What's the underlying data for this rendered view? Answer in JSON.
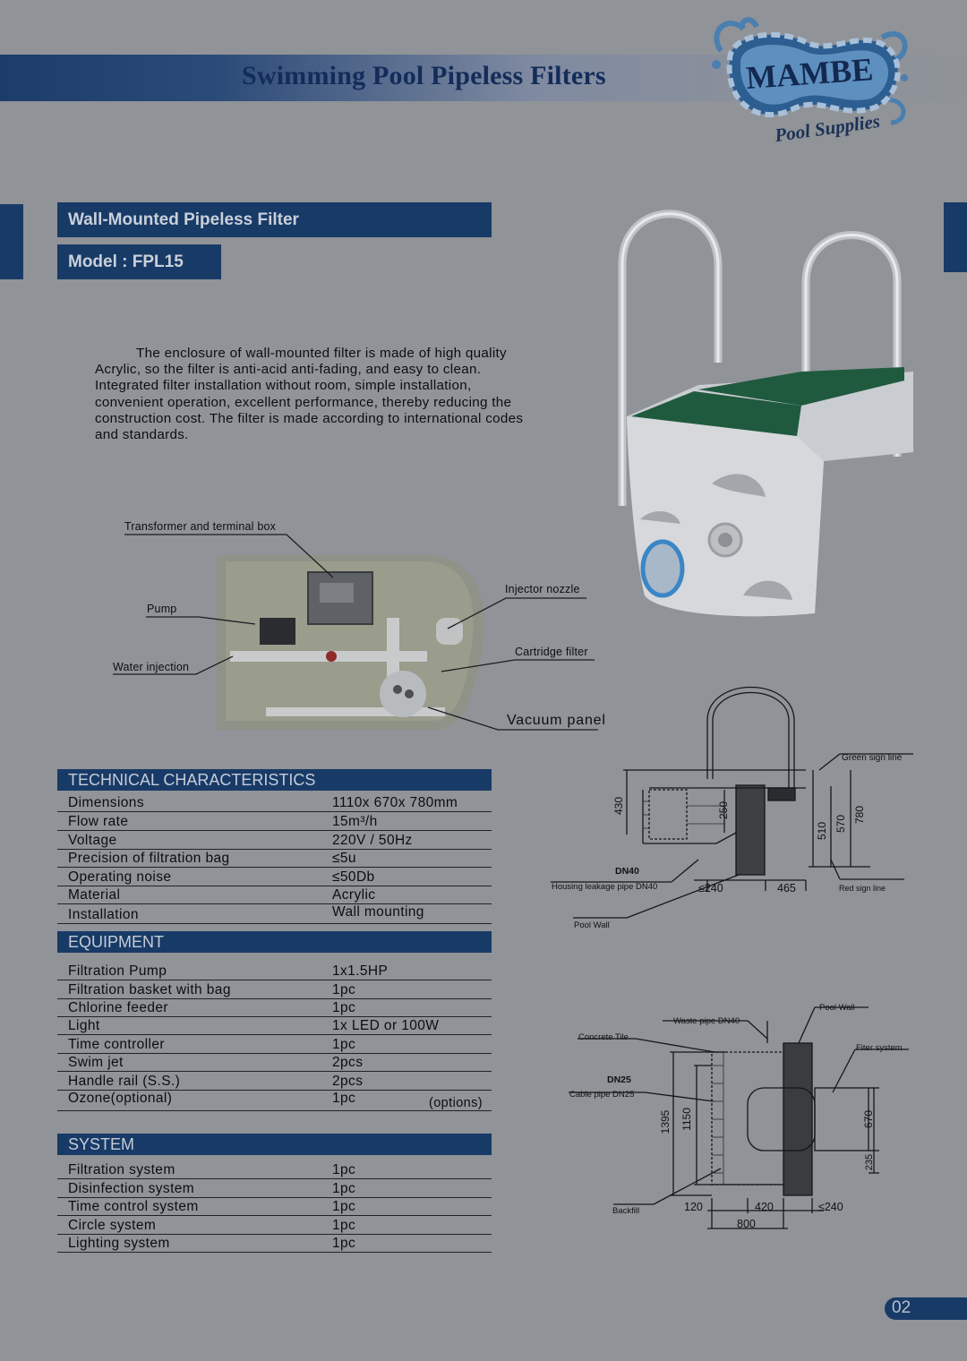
{
  "header": {
    "title": "Swimming Pool Pipeless Filters"
  },
  "logo": {
    "brand": "MAMBE",
    "tagline": "Pool Supplies"
  },
  "product": {
    "title": "Wall-Mounted Pipeless Filter",
    "model": "Model : FPL15",
    "description": [
      "The enclosure of wall-mounted filter is made of high quality",
      "Acrylic, so the filter is anti-acid anti-fading, and easy to clean.",
      "Integrated filter installation without room, simple installation,",
      "convenient operation, excellent performance, thereby reducing the",
      "construction cost. The filter is made according to international codes",
      "and standards."
    ]
  },
  "callouts": {
    "transformer": "Transformer and terminal box",
    "pump": "Pump",
    "water_injection": "Water injection",
    "injector_nozzle": "Injector nozzle",
    "cartridge_filter": "Cartridge filter",
    "vacuum_panel": "Vacuum  panel"
  },
  "technical": {
    "heading": "TECHNICAL CHARACTERISTICS",
    "rows": [
      {
        "k": "Dimensions",
        "v": "1110x 670x 780mm"
      },
      {
        "k": "Flow rate",
        "v": "15m³/h"
      },
      {
        "k": "Voltage",
        "v": "220V / 50Hz"
      },
      {
        "k": "Precision of filtration bag",
        "v": "≤5u"
      },
      {
        "k": "Operating noise",
        "v": "≤50Db"
      },
      {
        "k": "Material",
        "v": "Acrylic"
      },
      {
        "k": "Installation",
        "v": "Wall mounting"
      }
    ]
  },
  "equipment": {
    "heading": "EQUIPMENT",
    "rows": [
      {
        "k": "Filtration Pump",
        "v": "1x1.5HP"
      },
      {
        "k": "Filtration basket with bag",
        "v": "1pc"
      },
      {
        "k": "Chlorine feeder",
        "v": "1pc"
      },
      {
        "k": "Light",
        "v": "1x LED or 100W"
      },
      {
        "k": "Time controller",
        "v": "1pc"
      },
      {
        "k": "Swim jet",
        "v": "2pcs"
      },
      {
        "k": "Handle rail (S.S.)",
        "v": "2pcs"
      },
      {
        "k": "Ozone(optional)",
        "v": "1pc",
        "note": "(options)"
      }
    ]
  },
  "system": {
    "heading": "SYSTEM",
    "rows": [
      {
        "k": "Filtration system",
        "v": "1pc"
      },
      {
        "k": "Disinfection system",
        "v": "1pc"
      },
      {
        "k": "Time control system",
        "v": "1pc"
      },
      {
        "k": "Circle system",
        "v": "1pc"
      },
      {
        "k": "Lighting system",
        "v": "1pc"
      }
    ]
  },
  "side_diagram": {
    "green_sign_line": "Green  sign  line",
    "red_sign_line": "Red  sign  line",
    "dn40": "DN40",
    "housing_leakage": "Housing leakage pipe DN40",
    "pool_wall": "Pool Wall",
    "d430": "430",
    "d250": "250",
    "d510": "510",
    "d570": "570",
    "d780": "780",
    "d240": "≤240",
    "d465": "465"
  },
  "top_diagram": {
    "waste_pipe": "Waste pipe DN40",
    "pool_wall": "Pool Wall",
    "concrete_tile": "Concrete Tile",
    "filter_system": "Fiter system",
    "dn25": "DN25",
    "cable_pipe": "Cable pipe DN25",
    "backfill": "Backfill",
    "d1395": "1395",
    "d1150": "1150",
    "d670": "670",
    "d235": "235",
    "d120": "120",
    "d420": "420",
    "d240": "≤240",
    "d800": "800"
  },
  "page_number": "02"
}
